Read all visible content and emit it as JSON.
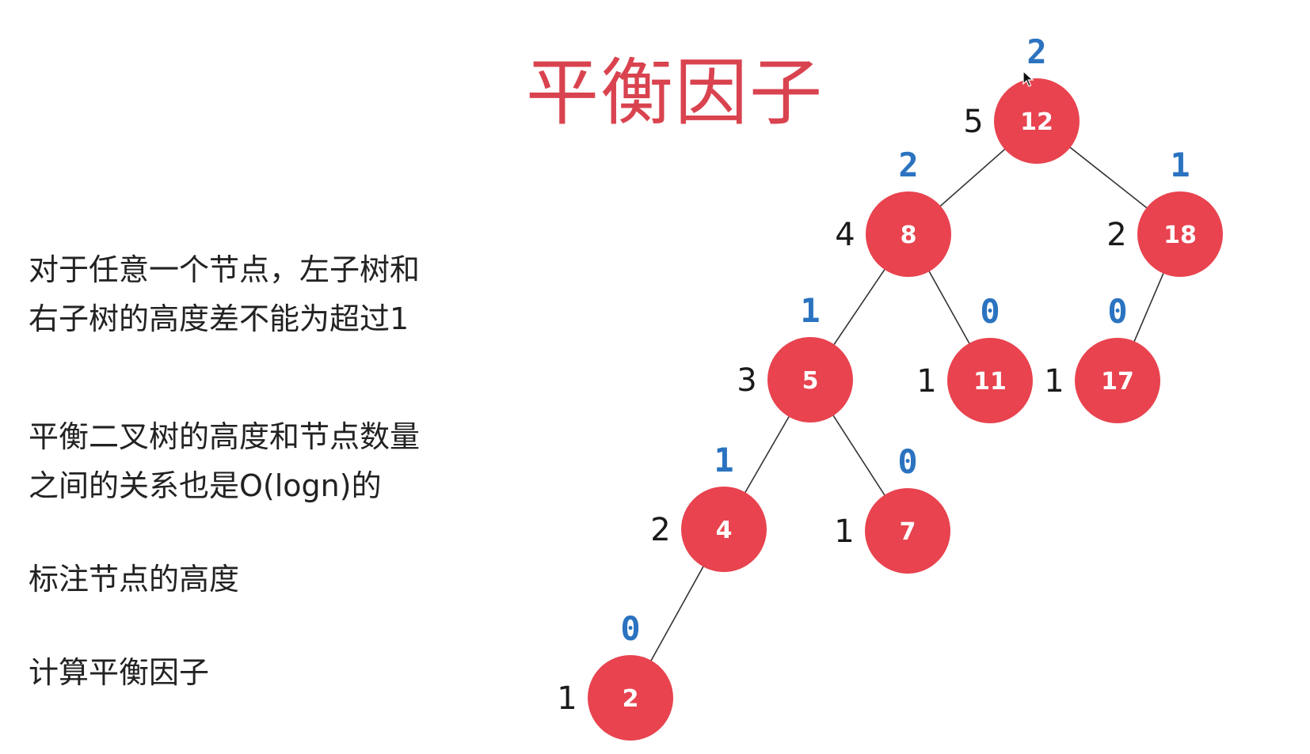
{
  "title": "平衡因子",
  "paragraphs": [
    {
      "lines": [
        "对于任意一个节点，左子树和",
        "右子树的高度差不能为超过1"
      ]
    },
    {
      "lines": [
        "平衡二叉树的高度和节点数量",
        "之间的关系也是O(logn)的"
      ]
    },
    {
      "lines": [
        "标注节点的高度"
      ]
    },
    {
      "lines": [
        "计算平衡因子"
      ]
    }
  ],
  "tree": {
    "nodes": [
      {
        "id": "n12",
        "value": "12",
        "height": "5",
        "balance": "2"
      },
      {
        "id": "n8",
        "value": "8",
        "height": "4",
        "balance": "2"
      },
      {
        "id": "n18",
        "value": "18",
        "height": "2",
        "balance": "1"
      },
      {
        "id": "n5",
        "value": "5",
        "height": "3",
        "balance": "1"
      },
      {
        "id": "n11",
        "value": "11",
        "height": "1",
        "balance": "0"
      },
      {
        "id": "n17",
        "value": "17",
        "height": "1",
        "balance": "0"
      },
      {
        "id": "n4",
        "value": "4",
        "height": "2",
        "balance": "1"
      },
      {
        "id": "n7",
        "value": "7",
        "height": "1",
        "balance": "0"
      },
      {
        "id": "n2",
        "value": "2",
        "height": "1",
        "balance": "0"
      }
    ],
    "edges": [
      [
        "n12",
        "n8"
      ],
      [
        "n12",
        "n18"
      ],
      [
        "n8",
        "n5"
      ],
      [
        "n8",
        "n11"
      ],
      [
        "n18",
        "n17"
      ],
      [
        "n5",
        "n4"
      ],
      [
        "n5",
        "n7"
      ],
      [
        "n4",
        "n2"
      ]
    ]
  },
  "colors": {
    "title": "#d9434f",
    "node": "#e8434f",
    "balance_factor": "#2b73c0",
    "text": "#222222"
  },
  "icons": {
    "cursor": "mouse-pointer-icon"
  }
}
